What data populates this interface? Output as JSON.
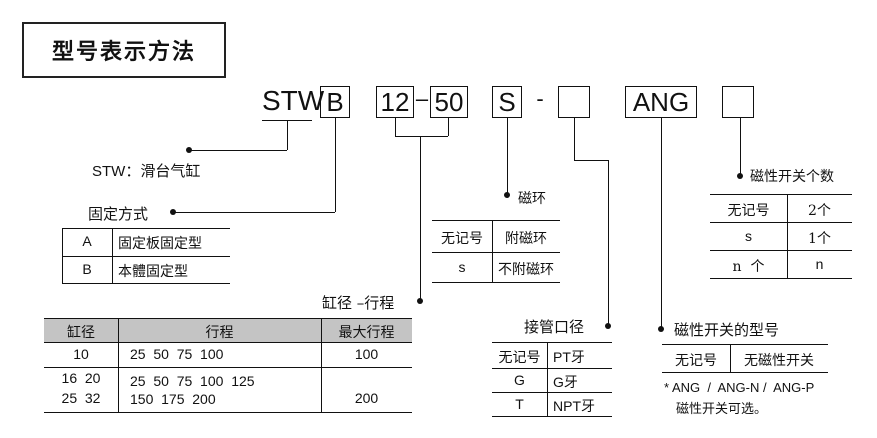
{
  "title": "型号表示方法",
  "code": {
    "prefix": "STW",
    "mount": "B",
    "bore": "12",
    "dash1": "–",
    "stroke": "50",
    "magnet": "S",
    "dash2": "-",
    "switch": "ANG"
  },
  "stw_note": "STW：滑台气缸",
  "mount_block": {
    "label": "固定方式",
    "rows": [
      {
        "code": "A",
        "desc": "固定板固定型"
      },
      {
        "code": "B",
        "desc": "本體固定型"
      }
    ]
  },
  "bore_stroke_block": {
    "label": "缸径 –行程",
    "headers": [
      "缸径",
      "行程",
      "最大行程"
    ],
    "rows": [
      {
        "bore": [
          "10"
        ],
        "stroke": [
          "25  50  75  100"
        ],
        "max": "100"
      },
      {
        "bore": [
          "16  20",
          "25  32"
        ],
        "stroke": [
          "25  50  75  100  125",
          "150  175  200"
        ],
        "max": "200"
      }
    ]
  },
  "magnet_block": {
    "label": "磁环",
    "rows": [
      {
        "code": "无记号",
        "desc": "附磁环"
      },
      {
        "code": "s",
        "desc": "不附磁环"
      }
    ]
  },
  "port_block": {
    "label": "接管口径",
    "rows": [
      {
        "code": "无记号",
        "desc": "PT牙"
      },
      {
        "code": "G",
        "desc": "G牙"
      },
      {
        "code": "T",
        "desc": "NPT牙"
      }
    ]
  },
  "switch_count_block": {
    "label": "磁性开关个数",
    "rows": [
      {
        "code": "无记号",
        "desc": "2个"
      },
      {
        "code": "s",
        "desc": "1个"
      },
      {
        "code": "n  个",
        "desc": "n"
      }
    ]
  },
  "switch_type_block": {
    "label": "磁性开关的型号",
    "rows": [
      {
        "code": "无记号",
        "desc": "无磁性开关"
      }
    ],
    "note1": "* ANG  /  ANG-N /  ANG-P",
    "note2": "磁性开关可选。"
  }
}
